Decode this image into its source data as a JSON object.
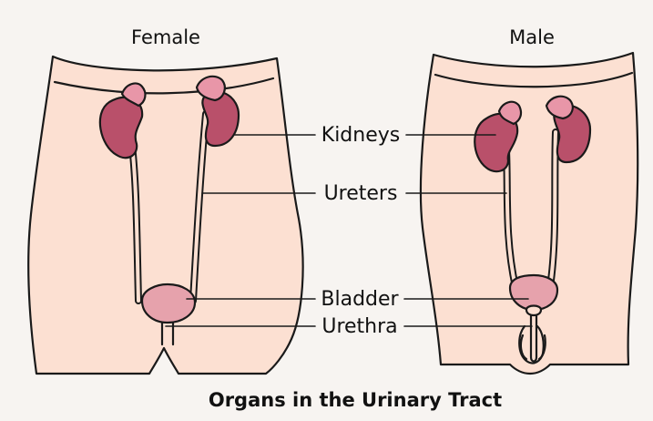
{
  "figure": {
    "labels": {
      "female": "Female",
      "male": "Male",
      "kidneys": "Kidneys",
      "ureters": "Ureters",
      "bladder": "Bladder",
      "urethra": "Urethra"
    },
    "title": "Organs in the Urinary Tract"
  },
  "colors": {
    "background": "#f7f4f1",
    "skin": "#fce0d2",
    "kidney": "#b9506a",
    "adrenal": "#e896a8",
    "bladder": "#e6a2ac",
    "outline": "#1a1a1a"
  }
}
